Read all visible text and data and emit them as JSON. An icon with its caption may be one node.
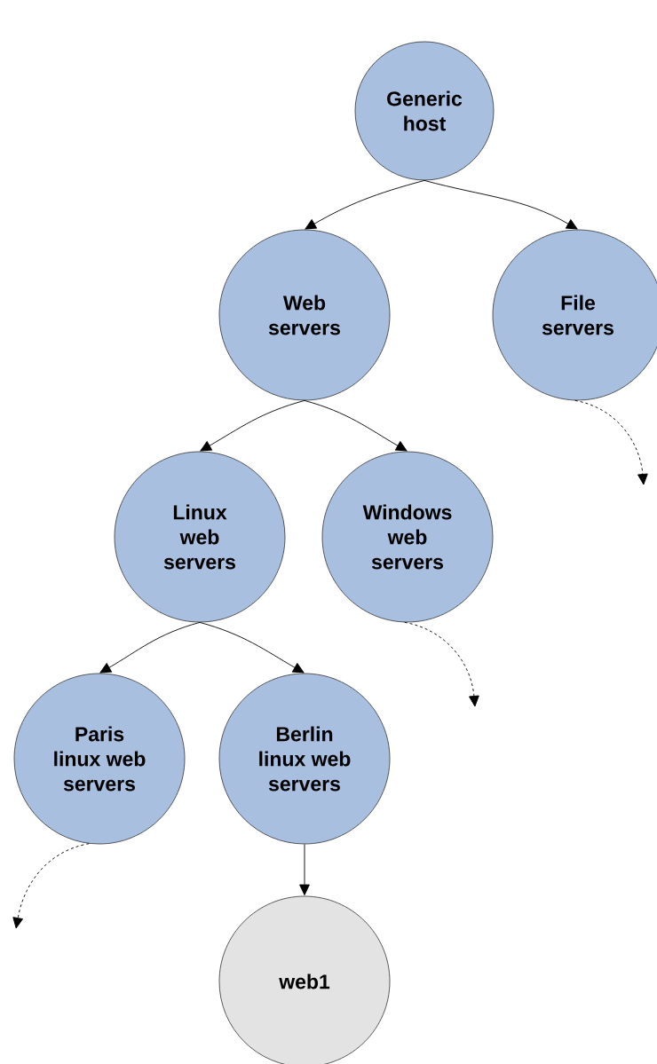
{
  "diagram": {
    "nodes": [
      {
        "text": [
          "Generic host"
        ]
      },
      {
        "text": [
          "Web servers"
        ]
      },
      {
        "text": [
          "File servers"
        ]
      },
      {
        "text": [
          "Linux web servers"
        ]
      },
      {
        "text": [
          "Windows web servers"
        ]
      },
      {
        "text": [
          "Paris linux web servers"
        ]
      },
      {
        "text": [
          "Berlin linux web servers"
        ]
      },
      {
        "text": [
          "web1"
        ]
      }
    ],
    "edges": [
      {
        "from": 0,
        "to": 1,
        "arrow": "to"
      },
      {
        "from": 0,
        "to": 2,
        "arrow": "to"
      },
      {
        "from": 2,
        "to": null,
        "arrow": "to",
        "style": "dashed"
      },
      {
        "from": 1,
        "to": 3,
        "arrow": "to"
      },
      {
        "from": 1,
        "to": 4,
        "arrow": "to"
      },
      {
        "from": 4,
        "to": null,
        "arrow": "to",
        "style": "dashed"
      },
      {
        "from": 3,
        "to": 5,
        "arrow": "to"
      },
      {
        "from": 3,
        "to": 6,
        "arrow": "to"
      },
      {
        "from": 5,
        "to": null,
        "arrow": "to",
        "style": "dashed"
      },
      {
        "from": 6,
        "to": 7,
        "arrow": "to"
      }
    ]
  }
}
